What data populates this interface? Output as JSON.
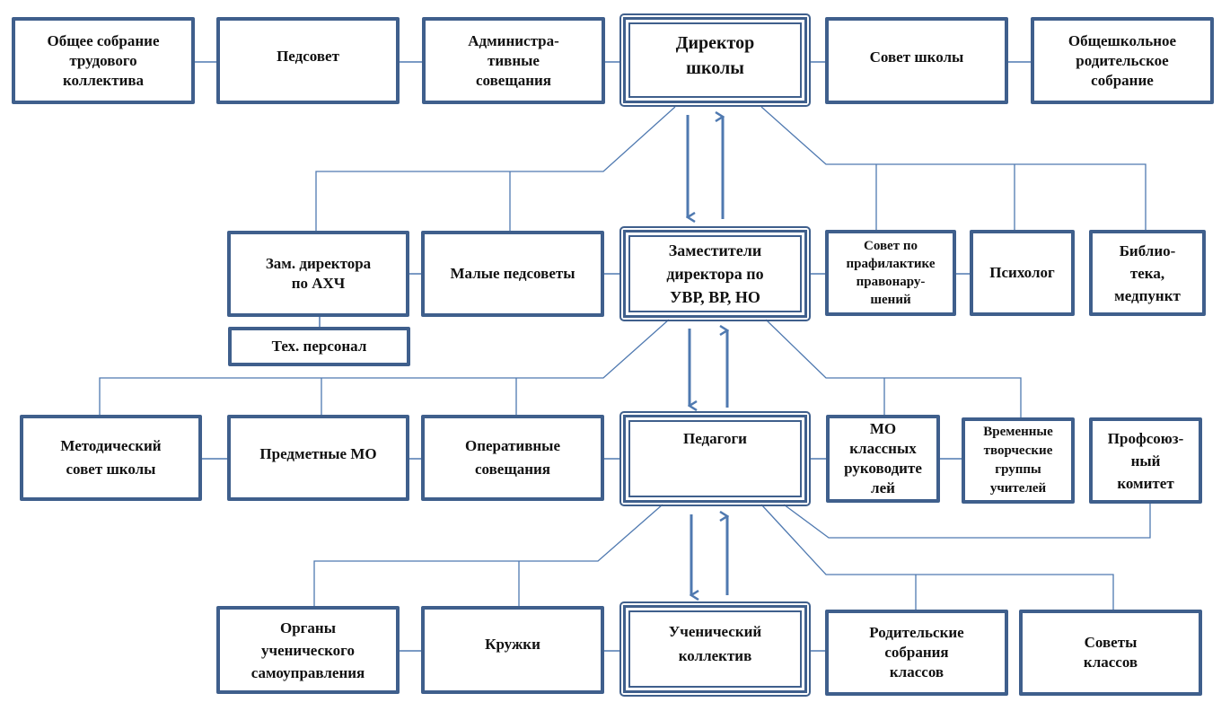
{
  "title": "Структура управления школой",
  "colors": {
    "border": "#3f5f8c",
    "connector": "#4f79b0",
    "text": "#111111",
    "background": "#ffffff"
  },
  "nodes": {
    "general_meeting": "Общее собрание\nтрудового\nколлектива",
    "pedsovet": "Педсовет",
    "admin_meetings": "Администра-\nтивные\nсовещания",
    "director": "Директор\nшколы",
    "school_council": "Совет школы",
    "parent_meeting": "Общешкольное\nродительское\nсобрание",
    "deputy_ahch": "Зам. директора\nпо АХЧ",
    "tech_staff": "Тех. персонал",
    "small_pedsovets": "Малые педсоветы",
    "deputies": "Заместители\nдиректора по\nУВР, ВР, НО",
    "prevention_council": "Совет по\nпрафилактике\nправонару-\nшений",
    "psychologist": "Психолог",
    "library": "Библио-\nтека,\nмедпункт",
    "method_council": "Методический\nсовет школы",
    "subject_mo": "Предметные МО",
    "operative_meetings": "Оперативные\nсовещания",
    "teachers": "Педагоги",
    "mo_class_leaders": "МО\nклассных\nруководите\nлей",
    "temp_groups": "Временные\nтворческие\nгруппы\nучителей",
    "trade_union": "Профсоюз-\nный\nкомитет",
    "student_gov": "Органы\nученического\nсамоуправления",
    "clubs": "Кружки",
    "student_body": "Ученический\nколлектив",
    "class_parent_meetings": "Родительские\nсобрания\nклассов",
    "class_councils": "Советы\nклассов"
  }
}
